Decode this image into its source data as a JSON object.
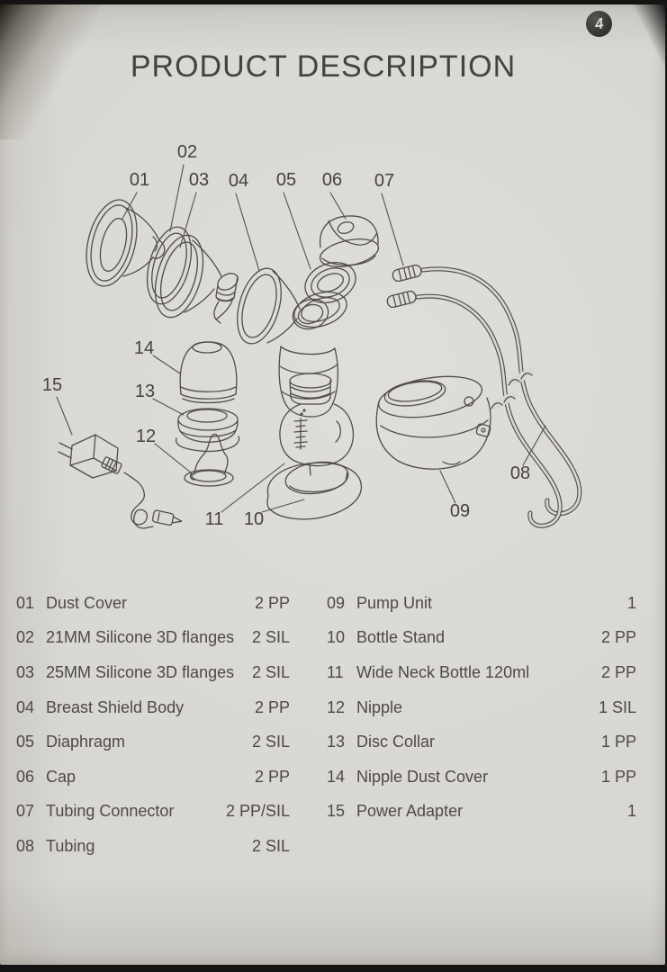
{
  "page": {
    "number": "4",
    "title": "PRODUCT DESCRIPTION"
  },
  "diagram": {
    "callouts": [
      "01",
      "02",
      "03",
      "04",
      "05",
      "06",
      "07",
      "08",
      "09",
      "10",
      "11",
      "12",
      "13",
      "14",
      "15"
    ]
  },
  "parts_list": {
    "left": [
      {
        "num": "01",
        "name": "Dust Cover",
        "qty": "2 PP"
      },
      {
        "num": "02",
        "name": "21MM Silicone 3D flanges",
        "qty": "2 SIL"
      },
      {
        "num": "03",
        "name": "25MM Silicone 3D flanges",
        "qty": "2 SIL"
      },
      {
        "num": "04",
        "name": "Breast Shield Body",
        "qty": "2 PP"
      },
      {
        "num": "05",
        "name": "Diaphragm",
        "qty": "2 SIL"
      },
      {
        "num": "06",
        "name": "Cap",
        "qty": "2 PP"
      },
      {
        "num": "07",
        "name": "Tubing Connector",
        "qty": "2 PP/SIL"
      },
      {
        "num": "08",
        "name": "Tubing",
        "qty": "2 SIL"
      }
    ],
    "right": [
      {
        "num": "09",
        "name": "Pump Unit",
        "qty": "1"
      },
      {
        "num": "10",
        "name": "Bottle Stand",
        "qty": "2 PP"
      },
      {
        "num": "11",
        "name": "Wide Neck Bottle 120ml",
        "qty": "2 PP"
      },
      {
        "num": "12",
        "name": "Nipple",
        "qty": "1 SIL"
      },
      {
        "num": "13",
        "name": "Disc Collar",
        "qty": "1 PP"
      },
      {
        "num": "14",
        "name": "Nipple Dust Cover",
        "qty": "1 PP"
      },
      {
        "num": "15",
        "name": "Power Adapter",
        "qty": "1"
      }
    ]
  },
  "colors": {
    "page_bg": "#d8d7d3",
    "ink": "#4e4a46",
    "line_art": "#504d49",
    "badge_bg": "#2d2d2c",
    "badge_text": "#dbdbd8"
  }
}
